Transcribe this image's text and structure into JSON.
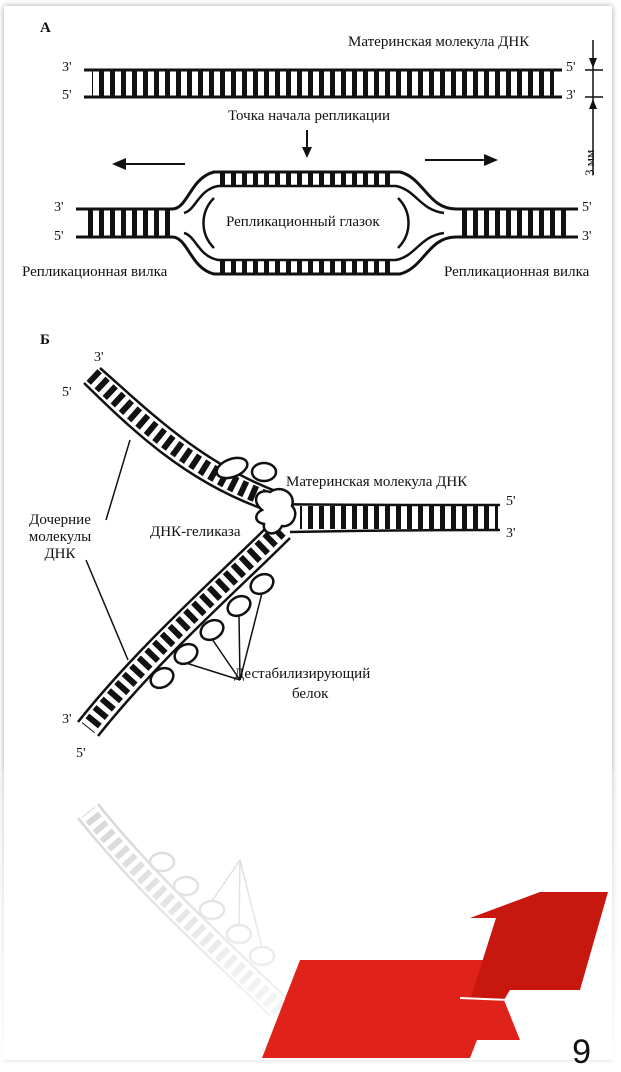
{
  "panel_a": {
    "tag": "А",
    "mother_molecule": "Материнская молекула ДНК",
    "origin": "Точка начала репликации",
    "eye": "Репликационный глазок",
    "fork_left": "Репликационная вилка",
    "fork_right": "Репликационная вилка",
    "scale": "3 мм",
    "end_3": "3'",
    "end_5": "5'"
  },
  "panel_b": {
    "tag": "Б",
    "mother_molecule": "Материнская молекула ДНК",
    "daughter_molecules": "Дочерние молекулы ДНК",
    "helicase": "ДНК-геликаза",
    "ssb_line1": "Дестабилизирующий",
    "ssb_line2": "белок",
    "end_3": "3'",
    "end_5": "5'"
  },
  "page_number": "9",
  "colors": {
    "accent_red": "#e0231a",
    "accent_dark": "#b8140e"
  }
}
